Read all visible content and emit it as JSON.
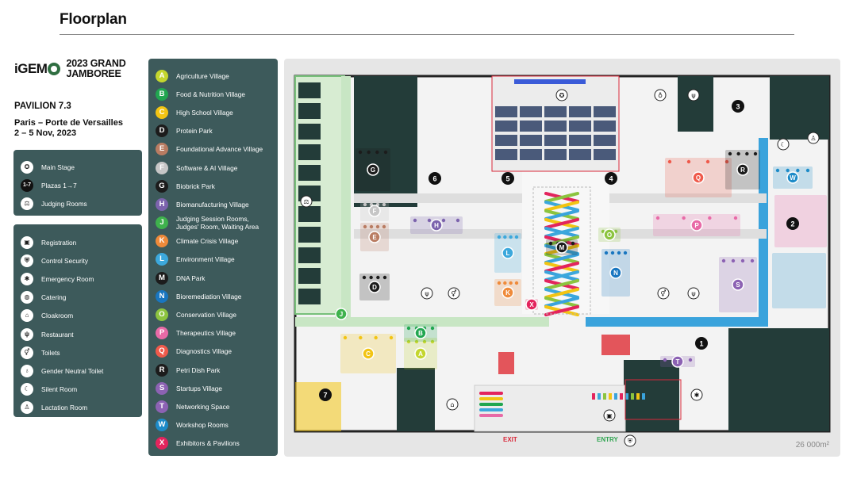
{
  "page": {
    "title": "Floorplan"
  },
  "brand": {
    "logo_text": "iGEM",
    "event_line1": "2023 GRAND",
    "event_line2": "JAMBOREE",
    "pavilion": "PAVILION 7.3",
    "location_line1": "Paris – Porte de Versailles",
    "location_line2": "2 – 5 Nov, 2023"
  },
  "legend_main": [
    {
      "label": "Main Stage",
      "icon": "star-in-circle-icon",
      "glyph": "✪"
    },
    {
      "label": "Plazas 1→7",
      "icon": "plaza-number-icon",
      "glyph": "1-7"
    },
    {
      "label": "Judging Rooms",
      "icon": "gavel-icon",
      "glyph": "⚖"
    }
  ],
  "legend_facilities": [
    {
      "label": "Registration",
      "icon": "registration-icon",
      "glyph": "▣"
    },
    {
      "label": "Control Security",
      "icon": "shield-icon",
      "glyph": "⛨"
    },
    {
      "label": "Emergency Room",
      "icon": "asterisk-icon",
      "glyph": "✱"
    },
    {
      "label": "Catering",
      "icon": "catering-icon",
      "glyph": "◍"
    },
    {
      "label": "Cloakroom",
      "icon": "hanger-icon",
      "glyph": "⌂"
    },
    {
      "label": "Restaurant",
      "icon": "fork-knife-icon",
      "glyph": "ψ"
    },
    {
      "label": "Toilets",
      "icon": "toilets-icon",
      "glyph": "⚥"
    },
    {
      "label": "Gender Neutral Toilet",
      "icon": "gender-neutral-icon",
      "glyph": "♁"
    },
    {
      "label": "Silent Room",
      "icon": "moon-icon",
      "glyph": "☾"
    },
    {
      "label": "Lactation Room",
      "icon": "lactation-icon",
      "glyph": "♙"
    }
  ],
  "villages": [
    {
      "letter": "A",
      "label": "Agriculture Village",
      "color": "#c4d62e"
    },
    {
      "letter": "B",
      "label": "Food & Nutrition Village",
      "color": "#21a650"
    },
    {
      "letter": "C",
      "label": "High School Village",
      "color": "#f2c413"
    },
    {
      "letter": "D",
      "label": "Protein Park",
      "color": "#1c1c1c"
    },
    {
      "letter": "E",
      "label": "Foundational Advance Village",
      "color": "#b97c62"
    },
    {
      "letter": "F",
      "label": "Software & AI Village",
      "color": "#c6c6c6"
    },
    {
      "letter": "G",
      "label": "Biobrick Park",
      "color": "#1c1c1c"
    },
    {
      "letter": "H",
      "label": "Biomanufacturing Village",
      "color": "#7c63ad"
    },
    {
      "letter": "J",
      "label": "Judging Session Rooms, Judges' Room, Waiting Area",
      "color": "#3fb24d"
    },
    {
      "letter": "K",
      "label": "Climate Crisis Village",
      "color": "#ef8a3a"
    },
    {
      "letter": "L",
      "label": "Environment Village",
      "color": "#3ca8dc"
    },
    {
      "letter": "M",
      "label": "DNA Park",
      "color": "#1c1c1c"
    },
    {
      "letter": "N",
      "label": "Bioremediation Village",
      "color": "#1976c0"
    },
    {
      "letter": "O",
      "label": "Conservation Village",
      "color": "#8cc43f"
    },
    {
      "letter": "P",
      "label": "Therapeutics Village",
      "color": "#e86aa7"
    },
    {
      "letter": "Q",
      "label": "Diagnostics Village",
      "color": "#ef5a4b"
    },
    {
      "letter": "R",
      "label": "Petri Dish Park",
      "color": "#1c1c1c"
    },
    {
      "letter": "S",
      "label": "Startups Village",
      "color": "#8c62b3"
    },
    {
      "letter": "T",
      "label": "Networking Space",
      "color": "#8c62b3"
    },
    {
      "letter": "W",
      "label": "Workshop Rooms",
      "color": "#1d8bc8"
    },
    {
      "letter": "X",
      "label": "Exhibitors & Pavilions",
      "color": "#e3245d"
    }
  ],
  "map": {
    "area": "26 000m²",
    "exit_label": "EXIT",
    "entry_label": "ENTRY",
    "exit_color": "#d9283a",
    "entry_color": "#2ea44f",
    "plazas": [
      "1",
      "2",
      "3",
      "4",
      "5",
      "6",
      "7"
    ]
  }
}
